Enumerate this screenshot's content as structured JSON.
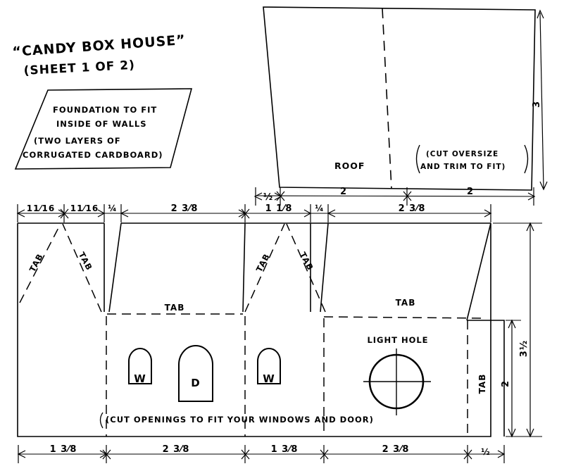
{
  "sheet": {
    "title": "“CANDY BOX HOUSE”",
    "subtitle": "(SHEET 1 OF 2)"
  },
  "foundation": {
    "name": "foundation-panel",
    "line1": "FOUNDATION TO FIT",
    "line2": "INSIDE OF WALLS",
    "line3": "(TWO LAYERS OF",
    "line4": "CORRUGATED CARDBOARD)"
  },
  "roof": {
    "label": "ROOF",
    "note_line1": "(CUT OVERSIZE",
    "note_line2": "AND TRIM TO FIT)",
    "dims": {
      "left_margin": "½",
      "span_left": "2",
      "span_right": "2",
      "height": "3"
    }
  },
  "walls": {
    "top_dims": [
      "11⁄16",
      "11⁄16",
      "¼",
      "2 3⁄8",
      "1 1⁄8",
      "¼",
      "2 3⁄8"
    ],
    "bottom_dims": [
      "1 3⁄8",
      "2 3⁄8",
      "1 3⁄8",
      "2 3⁄8",
      "½"
    ],
    "right_dims": {
      "overall": "3½",
      "lower": "2"
    },
    "tab_labels": [
      "TAB",
      "TAB",
      "TAB",
      "TAB",
      "TAB",
      "TAB",
      "TAB"
    ],
    "openings": [
      {
        "name": "window-left",
        "letter": "W"
      },
      {
        "name": "door",
        "letter": "D"
      },
      {
        "name": "window-right",
        "letter": "W"
      }
    ],
    "light_hole_label": "LIGHT HOLE",
    "cut_note": "(CUT OPENINGS TO FIT YOUR WINDOWS AND DOOR)"
  },
  "colors": {
    "ink": "#000000",
    "paper": "#ffffff"
  }
}
